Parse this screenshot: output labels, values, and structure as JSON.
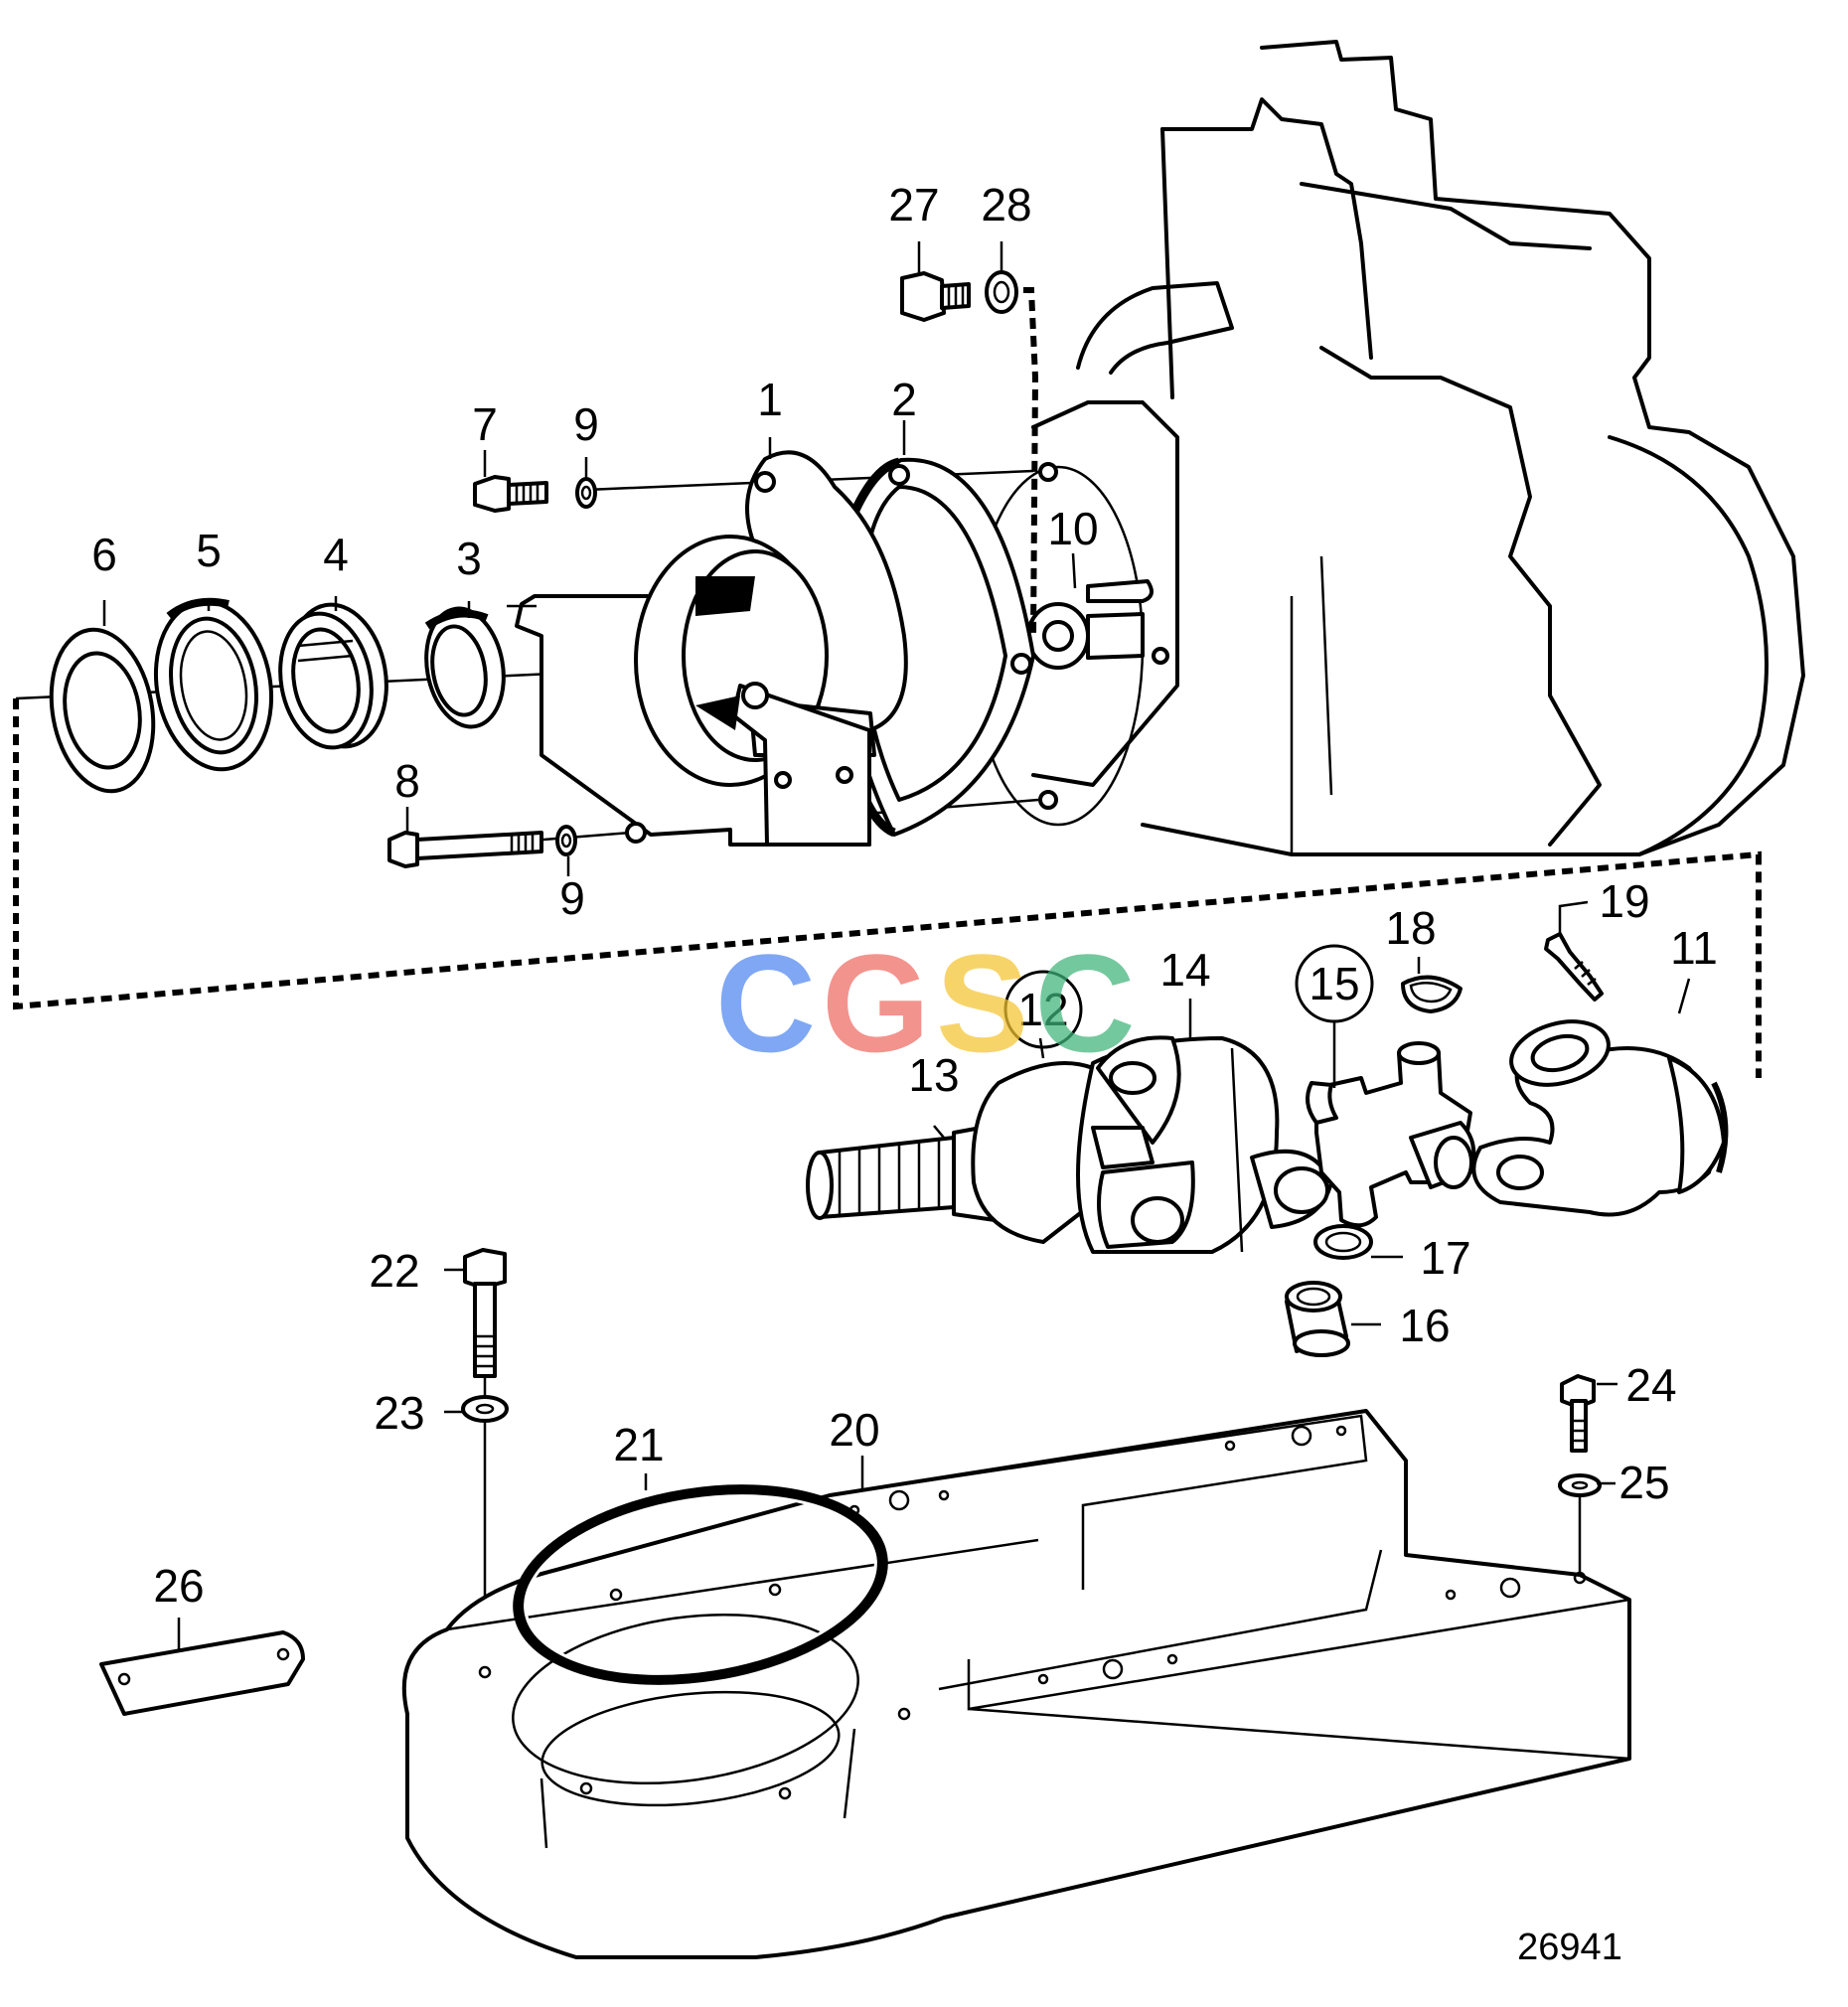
{
  "diagram": {
    "drawing_number": "26941",
    "watermark": {
      "letters": [
        "C",
        "G",
        "S",
        "C"
      ],
      "colors": [
        "#4f86f0",
        "#ef6a62",
        "#f4c431",
        "#3fb37a"
      ]
    },
    "part_callouts": [
      {
        "id": "p1",
        "label": "1"
      },
      {
        "id": "p2",
        "label": "2"
      },
      {
        "id": "p3",
        "label": "3"
      },
      {
        "id": "p4",
        "label": "4"
      },
      {
        "id": "p5",
        "label": "5"
      },
      {
        "id": "p6",
        "label": "6"
      },
      {
        "id": "p7",
        "label": "7"
      },
      {
        "id": "p8",
        "label": "8"
      },
      {
        "id": "p9a",
        "label": "9"
      },
      {
        "id": "p9b",
        "label": "9"
      },
      {
        "id": "p10",
        "label": "10"
      },
      {
        "id": "p11",
        "label": "11"
      },
      {
        "id": "p12",
        "label": "12"
      },
      {
        "id": "p13",
        "label": "13"
      },
      {
        "id": "p14",
        "label": "14"
      },
      {
        "id": "p15",
        "label": "15"
      },
      {
        "id": "p16",
        "label": "16"
      },
      {
        "id": "p17",
        "label": "17"
      },
      {
        "id": "p18",
        "label": "18"
      },
      {
        "id": "p19",
        "label": "19"
      },
      {
        "id": "p20",
        "label": "20"
      },
      {
        "id": "p21",
        "label": "21"
      },
      {
        "id": "p22",
        "label": "22"
      },
      {
        "id": "p23",
        "label": "23"
      },
      {
        "id": "p24",
        "label": "24"
      },
      {
        "id": "p25",
        "label": "25"
      },
      {
        "id": "p26",
        "label": "26"
      },
      {
        "id": "p27",
        "label": "27"
      },
      {
        "id": "p28",
        "label": "28"
      }
    ]
  }
}
